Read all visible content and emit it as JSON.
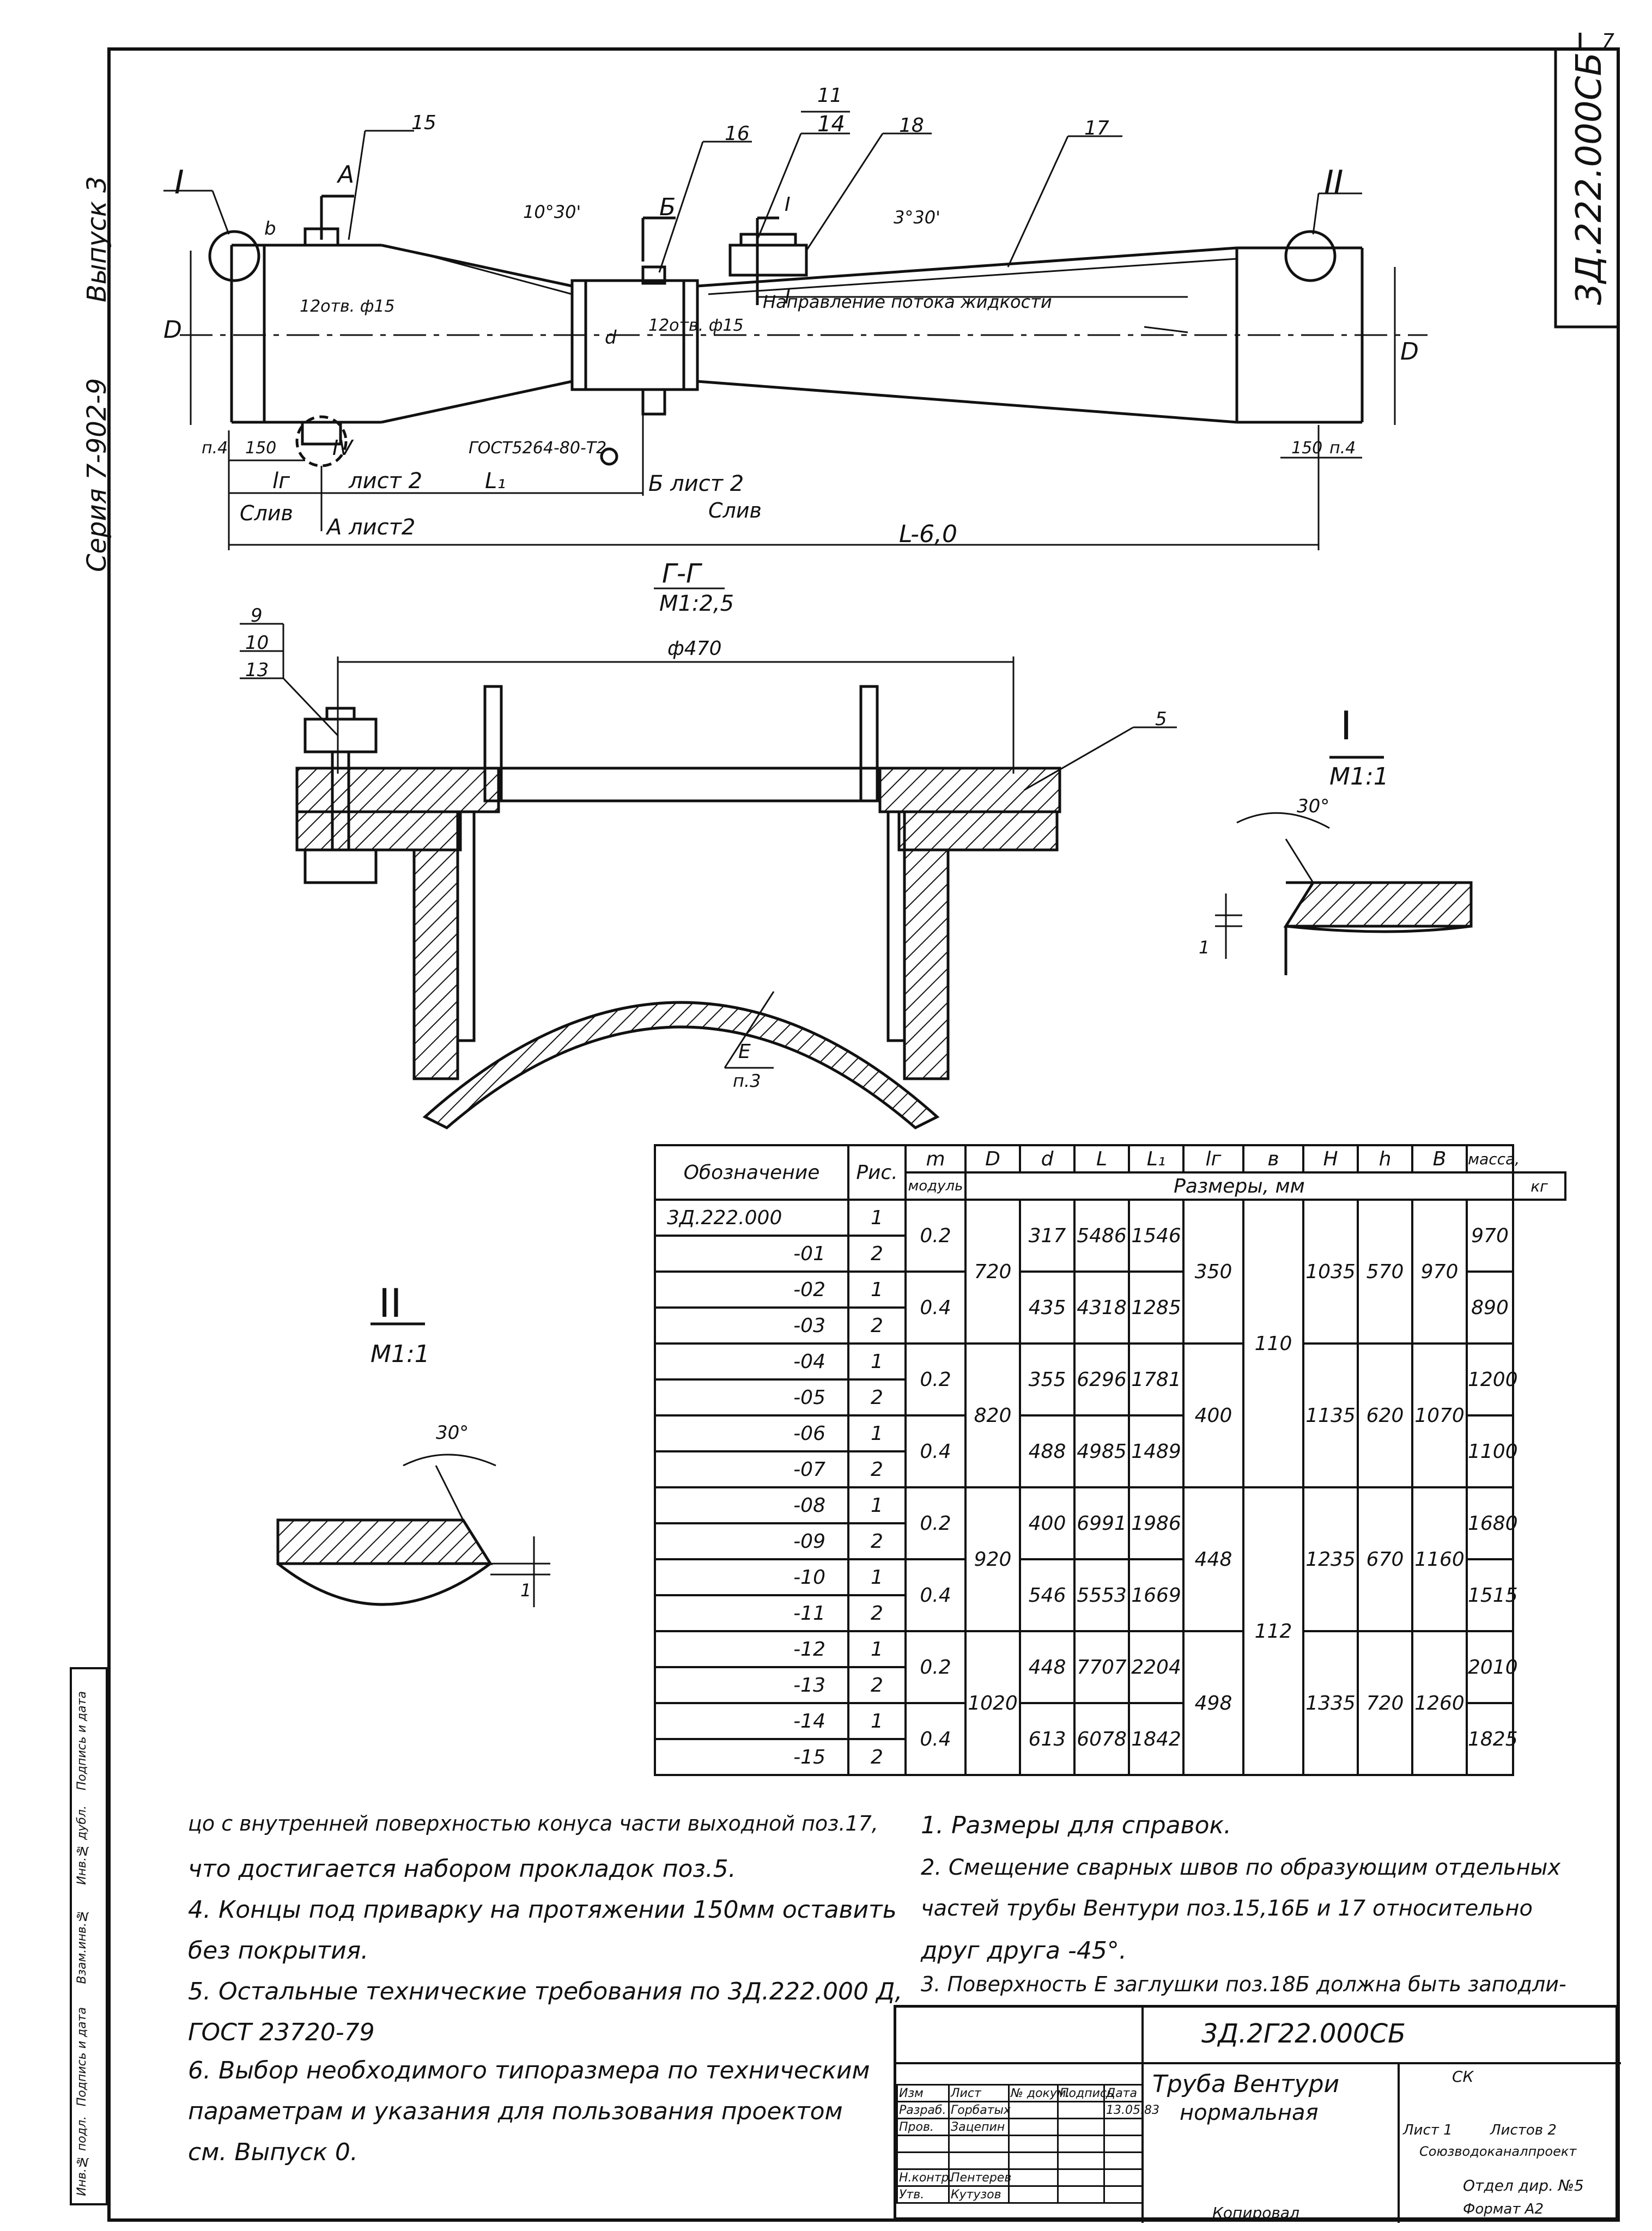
{
  "header": {
    "sheet_number": "7",
    "doc_code_vertical": "3Д.222.000СБ",
    "series": "Серия 7-902-9",
    "issue": "Выпуск 3"
  },
  "main_view": {
    "section_labels": {
      "one": "I",
      "two": "II",
      "four": "IV",
      "a_letter": "А",
      "b_letter": "Б",
      "b_small": "b",
      "item_d": "D",
      "item_d2": "D",
      "item_d_small": "d",
      "one_mark": "I",
      "one_mark2": "I"
    },
    "callouts": [
      "15",
      "16",
      "11",
      "14",
      "18",
      "17"
    ],
    "angles": {
      "converge": "10°30'",
      "diverge": "3°30'"
    },
    "holes_left": "12отв. ф15",
    "holes_mid": "12отв. ф15",
    "flow_text": "Направление потока жидкости",
    "gost": "ГОСТ5264-80-Т2",
    "weld_marks": [
      "п.4",
      "150",
      "150",
      "п.4"
    ],
    "dim_labels": {
      "lg": "lг",
      "list2a": "лист 2",
      "l1": "L₁",
      "b_list": "Б лист 2",
      "sliv_left": "Слив",
      "sliv_right": "Слив",
      "a_list": "А лист2",
      "l_total": "L-6,0"
    }
  },
  "section_gg": {
    "title": "Г-Г",
    "scale": "М1:2,5",
    "diam": "ф470",
    "callouts": [
      "9",
      "10",
      "13",
      "5"
    ],
    "e_label": "E",
    "e_note": "п.3"
  },
  "detail_one": {
    "title": "I",
    "scale": "М1:1",
    "angle": "30°",
    "dim": "1"
  },
  "detail_two": {
    "title": "II",
    "scale": "М1:1",
    "angle": "30°",
    "dim": "1"
  },
  "spec_table": {
    "headers": {
      "designation": "Обозначение",
      "fig": "Рис.",
      "m": "m",
      "module": "модуль",
      "D": "D",
      "d": "d",
      "L": "L",
      "L1": "L₁",
      "lr": "lг",
      "v": "в",
      "H": "H",
      "h": "h",
      "B": "В",
      "mass": "масса,",
      "kg": "кг",
      "sizes": "Размеры, мм"
    },
    "designations": [
      "3Д.222.000",
      "-01",
      "-02",
      "-03",
      "-04",
      "-05",
      "-06",
      "-07",
      "-08",
      "-09",
      "-10",
      "-11",
      "-12",
      "-13",
      "-14",
      "-15"
    ],
    "figs": [
      "1",
      "2",
      "1",
      "2",
      "1",
      "2",
      "1",
      "2",
      "1",
      "2",
      "1",
      "2",
      "1",
      "2",
      "1",
      "2"
    ],
    "m_values": [
      "0.2",
      "0.4",
      "0.2",
      "0.4",
      "0.2",
      "0.4",
      "0.2",
      "0.4"
    ],
    "D_values": [
      "720",
      "820",
      "920",
      "1020"
    ],
    "d_values": [
      "317",
      "435",
      "355",
      "488",
      "400",
      "546",
      "448",
      "613"
    ],
    "L_values": [
      "5486",
      "4318",
      "6296",
      "4985",
      "6991",
      "5553",
      "7707",
      "6078"
    ],
    "L1_values": [
      "1546",
      "1285",
      "1781",
      "1489",
      "1986",
      "1669",
      "2204",
      "1842"
    ],
    "lr_values": [
      "350",
      "400",
      "448",
      "498"
    ],
    "v_values": [
      "110",
      "112"
    ],
    "H_values": [
      "1035",
      "1135",
      "1235",
      "1335"
    ],
    "h_values": [
      "570",
      "620",
      "670",
      "720"
    ],
    "B_values": [
      "970",
      "1070",
      "1160",
      "1260"
    ],
    "mass_values": [
      "970",
      "890",
      "1200",
      "1100",
      "1680",
      "1515",
      "2010",
      "1825"
    ]
  },
  "notes_left": [
    "цо с внутренней поверхностью конуса части выходной поз.17,",
    "что достигается набором прокладок  поз.5.",
    "4. Концы под приварку на протяжении 150мм оставить",
    "без покрытия.",
    "5.  Остальные технические требования по 3Д.222.000 Д,",
    "ГОСТ 23720-79",
    "6. Выбор необходимого  типоразмера по техническим",
    "параметрам   и указания для пользования проектом",
    "см. Выпуск 0."
  ],
  "notes_right": [
    "1. Размеры для справок.",
    "2. Смещение сварных швов по образующим отдельных",
    "частей трубы Вентури поз.15,16Б и 17  относительно",
    "друг друга -45°.",
    "3. Поверхность Е заглушки поз.18Б должна быть заподли-"
  ],
  "title_block": {
    "code": "3Д.2Г22.000СБ",
    "name1": "Труба Вентури",
    "name2": "нормальная",
    "rows": [
      [
        "Изм",
        "Лист",
        "№ докум.",
        "Подпись",
        "Дата"
      ],
      [
        "Разраб.",
        "Горбатых",
        "",
        "",
        "13.05.83"
      ],
      [
        "Пров.",
        "Зацепин",
        "",
        "",
        ""
      ],
      [
        "Н.контр.",
        "Пентерев",
        "",
        "",
        ""
      ],
      [
        "Утв.",
        "Кутузов",
        "",
        "",
        ""
      ]
    ],
    "stage": "СК",
    "sheet": "Лист 1",
    "sheets": "Листов 2",
    "org": "Союзводоканалпроект",
    "dept": "Отдел дир. №5",
    "copied": "Копировал",
    "format": "Формат А2"
  },
  "side_stamp": [
    "Инв.№ подл.",
    "Подпись и дата",
    "Взам.инв.№",
    "Инв.№ дубл.",
    "Подпись и дата"
  ]
}
